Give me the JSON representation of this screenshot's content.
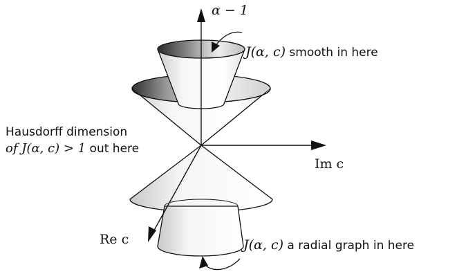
{
  "axes": {
    "vertical": "α − 1",
    "horizontal_right": "Im c",
    "diagonal": "Re c"
  },
  "annotations": {
    "top_math": "J(α, c)",
    "top_text": " smooth in here",
    "left_line1": "Hausdorff dimension",
    "left_line2_math": "of J(α, c) > 1",
    "left_line2_text": " out here",
    "bottom_math": "J(α, c)",
    "bottom_text": " a radial graph in here"
  },
  "colors": {
    "ink": "#111111",
    "shade_dark": "#2a2a2a",
    "shade_light": "#f4f4f4"
  }
}
